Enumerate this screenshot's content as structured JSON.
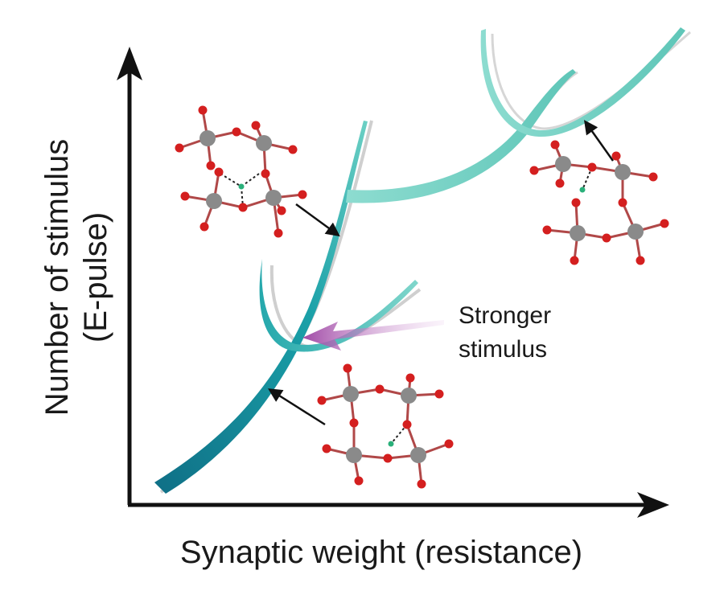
{
  "figure": {
    "x_axis_label": "Synaptic weight (resistance)",
    "y_axis_label_line1": "Number of stimulus",
    "y_axis_label_line2": "(E-pulse)",
    "annotation_line1": "Stronger",
    "annotation_line2": "stimulus",
    "colors": {
      "axis": "#111111",
      "curve_dark": "#1a8fa0",
      "curve_light": "#6fcfc4",
      "shadow": "#c8c8c8",
      "highlight_arrow": "#b85fb8",
      "atom_center": "#8a8a8a",
      "atom_oxygen": "#d42020",
      "atom_hydrogen": "#2ab07a",
      "bond": "#b04040"
    },
    "molecule_icons": [
      "molecule-cluster-top-left",
      "molecule-cluster-top-right",
      "molecule-cluster-bottom"
    ]
  }
}
